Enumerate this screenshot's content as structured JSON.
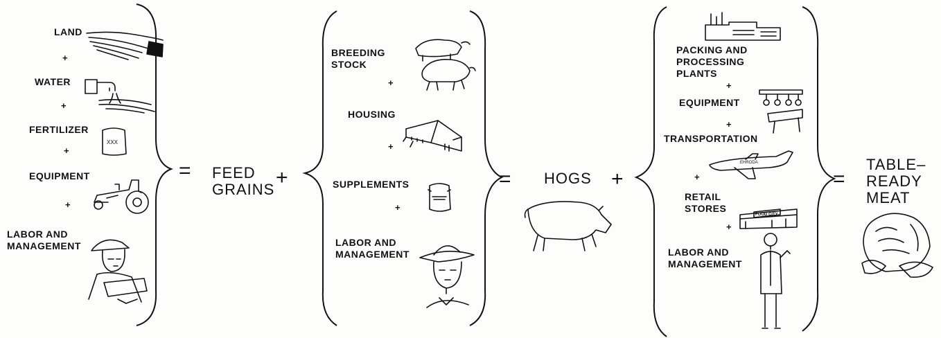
{
  "inputs_feed_grains": {
    "items": [
      "LAND",
      "WATER",
      "FERTILIZER",
      "EQUIPMENT",
      "LABOR AND\nMANAGEMENT"
    ],
    "bag_text": "XXX"
  },
  "feed_grains": "FEED\nGRAINS",
  "inputs_hogs": {
    "items": [
      "BREEDING\nSTOCK",
      "HOUSING",
      "SUPPLEMENTS",
      "LABOR AND\nMANAGEMENT"
    ]
  },
  "hogs": "HOGS",
  "inputs_meat": {
    "items": [
      "PACKING AND\nPROCESSING\nPLANTS",
      "EQUIPMENT",
      "TRANSPORTATION",
      "RETAIL\nSTORES",
      "LABOR AND\nMANAGEMENT"
    ],
    "plane_text": "EHRODA",
    "store_sign": "FOOD CITY"
  },
  "table_ready_meat": "TABLE–\nREADY\nMEAT",
  "operators": {
    "plus": "+",
    "equals": "="
  }
}
